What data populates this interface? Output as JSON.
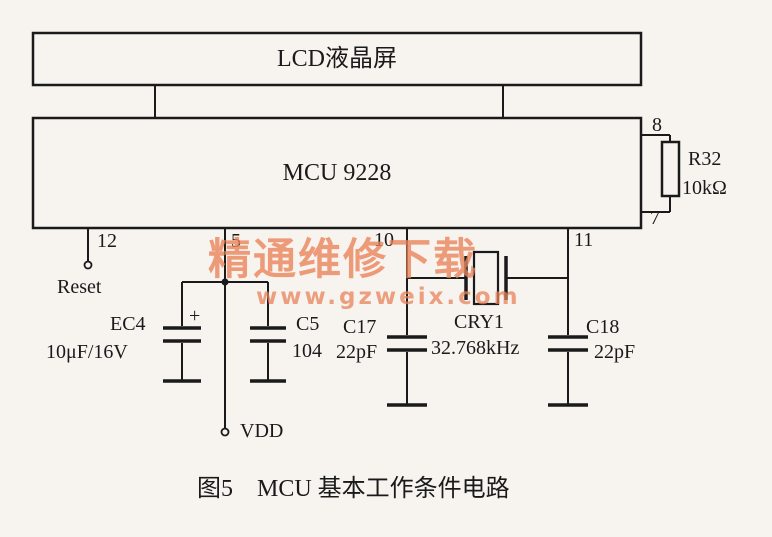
{
  "lcd": {
    "label": "LCD液晶屏"
  },
  "mcu": {
    "label": "MCU 9228"
  },
  "pins": {
    "p5": "5",
    "p7": "7",
    "p8": "8",
    "p10": "10",
    "p11": "11",
    "p12": "12"
  },
  "reset": {
    "label": "Reset"
  },
  "vdd": {
    "label": "VDD"
  },
  "ec4": {
    "name": "EC4",
    "value": "10μF/16V",
    "polarity": "+"
  },
  "c5": {
    "name": "C5",
    "value": "104"
  },
  "c17": {
    "name": "C17",
    "value": "22pF"
  },
  "cry1": {
    "name": "CRY1",
    "value": "32.768kHz"
  },
  "c18": {
    "name": "C18",
    "value": "22pF"
  },
  "r32": {
    "name": "R32",
    "value": "10kΩ"
  },
  "watermark": {
    "cn": "精通维修下载",
    "url": "www.gzweix.com",
    "color": "#e8835a"
  },
  "caption": "图5　MCU 基本工作条件电路"
}
